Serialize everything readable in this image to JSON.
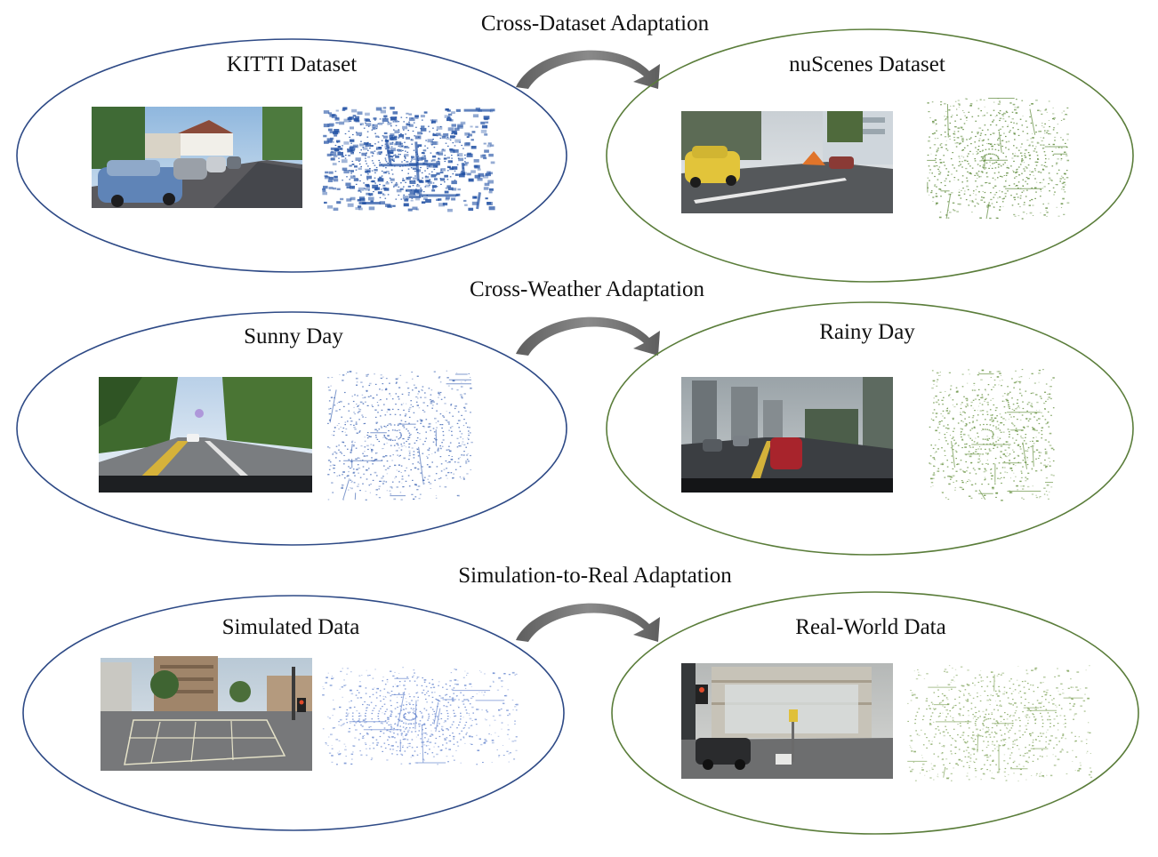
{
  "colors": {
    "source": "#2e4a86",
    "target": "#5a7d3a",
    "arrow": "#6b6b6b"
  },
  "rows": [
    {
      "heading": "Cross-Dataset Adaptation",
      "source": {
        "label": "KITTI Dataset",
        "pointcloud_color": "#1f4fa3",
        "photo": "urban-street-parked-cars"
      },
      "target": {
        "label": "nuScenes Dataset",
        "pointcloud_color": "#5d8a3a",
        "photo": "intersection-yellow-taxi"
      }
    },
    {
      "heading": "Cross-Weather Adaptation",
      "source": {
        "label": "Sunny Day",
        "pointcloud_color": "#4a6fb8",
        "photo": "tree-lined-road-sunny"
      },
      "target": {
        "label": "Rainy Day",
        "pointcloud_color": "#6a9444",
        "photo": "rainy-city-road"
      }
    },
    {
      "heading": "Simulation-to-Real Adaptation",
      "source": {
        "label": "Simulated Data",
        "pointcloud_color": "#6b8ad0",
        "photo": "simulated-city-intersection"
      },
      "target": {
        "label": "Real-World Data",
        "pointcloud_color": "#86a862",
        "photo": "construction-site-street"
      }
    }
  ],
  "icons": {
    "arrow": "curved-right-arrow-icon"
  }
}
